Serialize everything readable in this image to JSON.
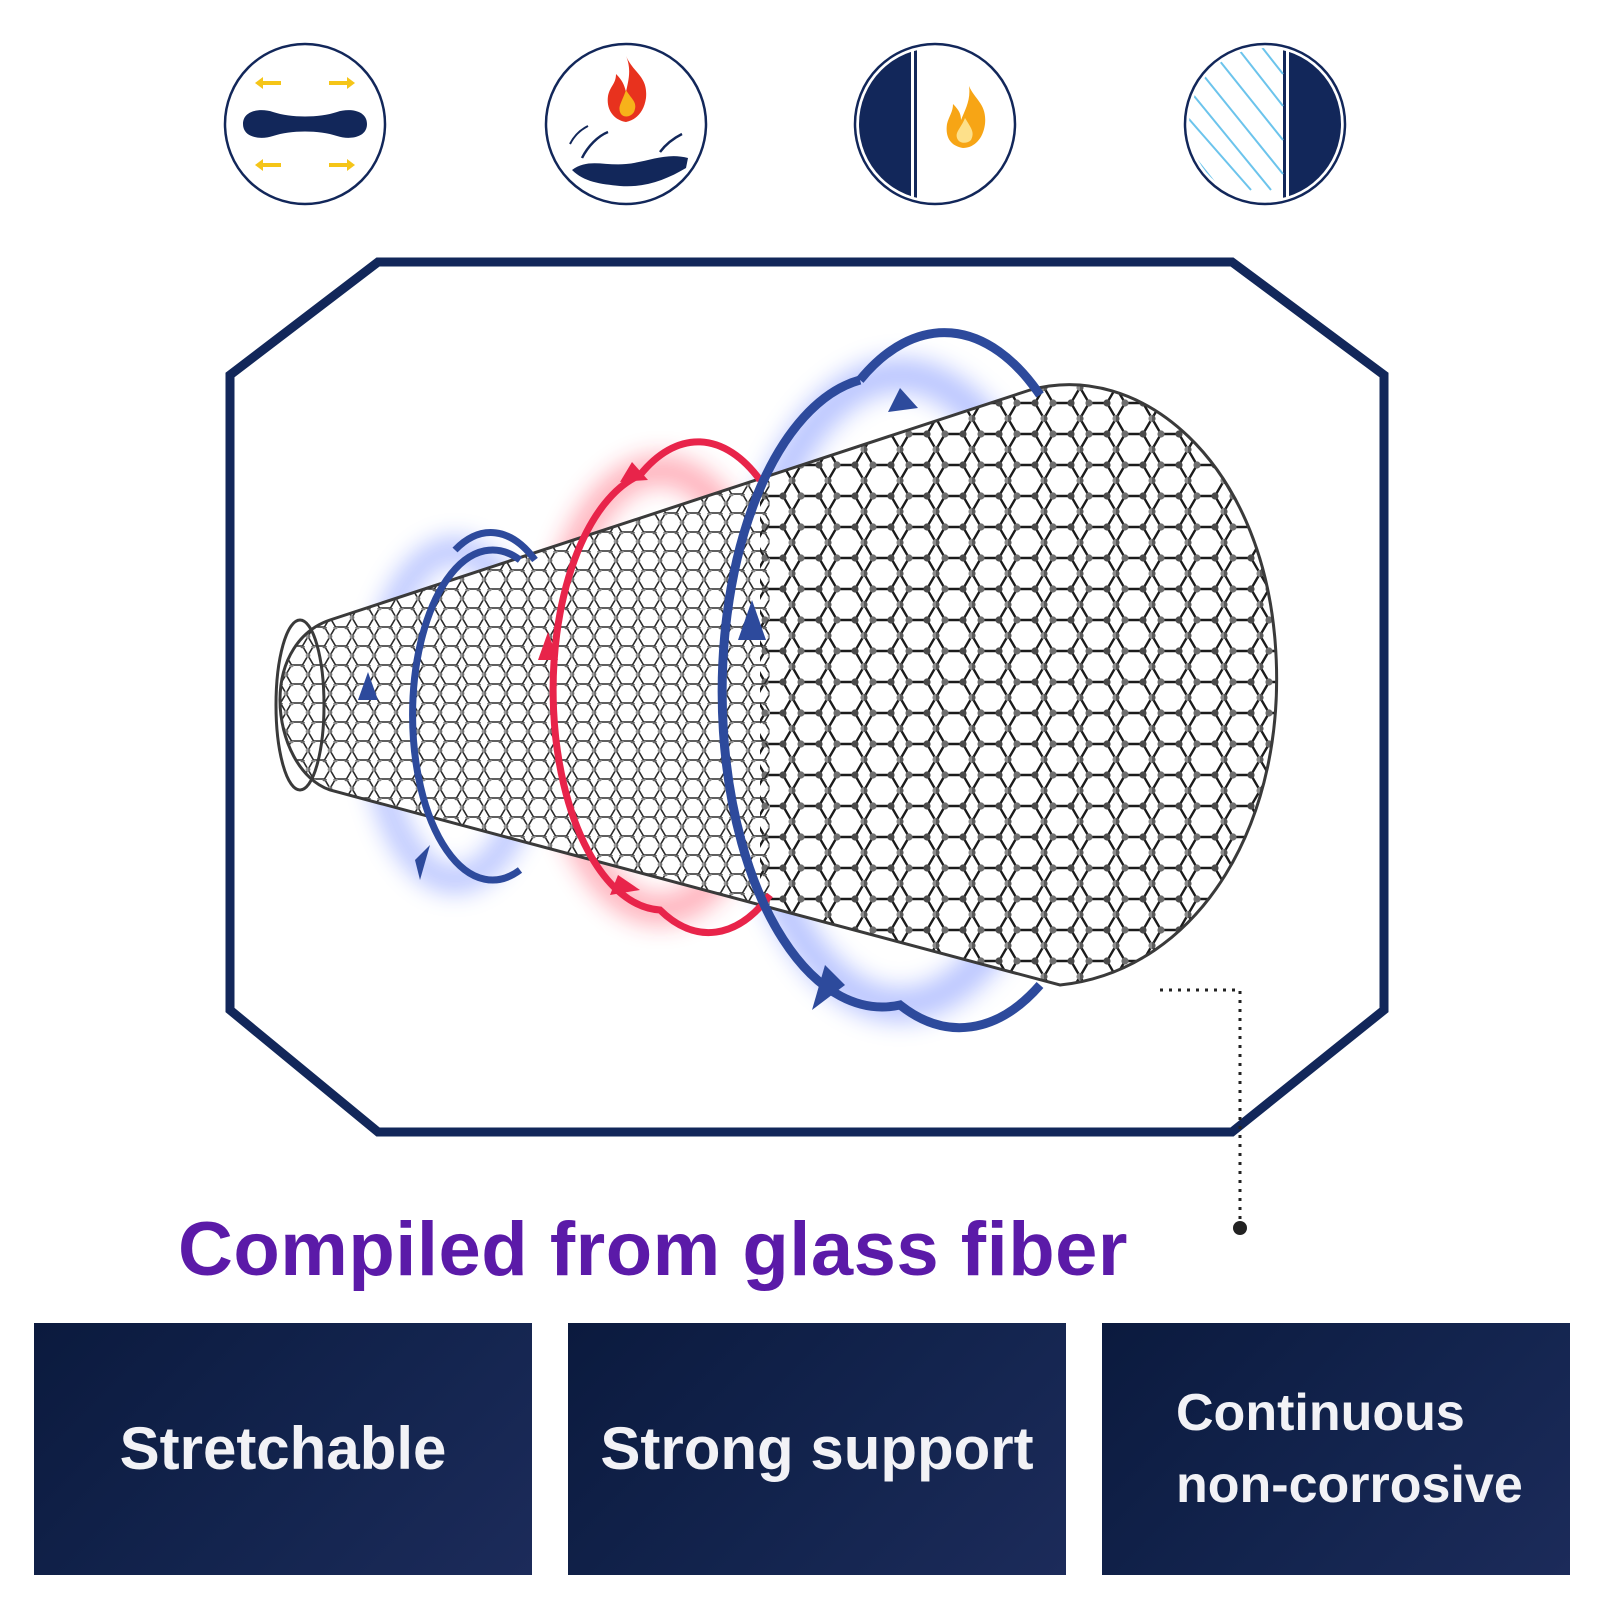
{
  "icons": [
    {
      "name": "stretch-icon",
      "color": "#12275a",
      "accent": "#f5c518"
    },
    {
      "name": "flame-resistant-icon",
      "color": "#12275a",
      "accent": "#e8321e"
    },
    {
      "name": "fire-barrier-icon",
      "color": "#12275a",
      "accent": "#f7a515"
    },
    {
      "name": "glass-panel-icon",
      "color": "#12275a",
      "accent": "#6cc4ec"
    }
  ],
  "headline": "Compiled from glass fiber",
  "features": [
    {
      "lines": [
        "Stretchable"
      ]
    },
    {
      "lines": [
        "Strong support"
      ]
    },
    {
      "lines": [
        "Continuous",
        "non-corrosive"
      ]
    }
  ],
  "colors": {
    "navy": "#12275a",
    "headline": "#5b1aa8",
    "ring_blue": "#2d4a9c",
    "ring_red": "#e8244a",
    "box_background": "#0f1f47"
  }
}
